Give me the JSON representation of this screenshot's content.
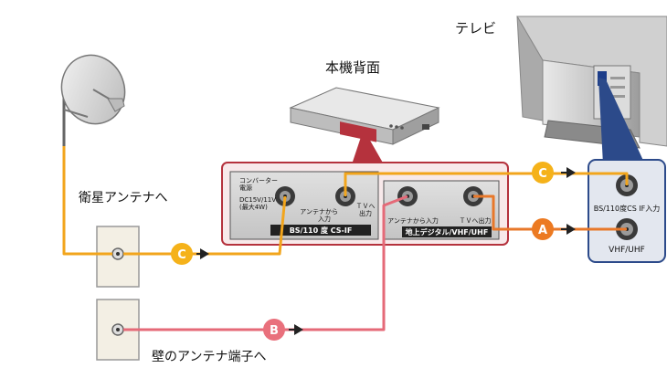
{
  "labels": {
    "tv": "テレビ",
    "recorder_rear": "本機背面",
    "satellite_antenna": "衛星アンテナへ",
    "wall_terminal": "壁のアンテナ端子へ"
  },
  "recorder_panel": {
    "converter_power": [
      "コンバーター",
      "電源",
      "DC15V/11V",
      "(最大4W)"
    ],
    "bs_antenna_in": [
      "アンテナから",
      "入力"
    ],
    "bs_tv_out": [
      "ＴＶへ",
      "出力"
    ],
    "bs_section_label": "BS/110 度 CS-IF",
    "terrestrial_antenna_in": "アンテナから入力",
    "terrestrial_tv_out": "ＴＶへ出力",
    "terrestrial_section_label": "地上デジタル/VHF/UHF"
  },
  "tv_panel": {
    "bs_in": "BS/110度CS IF入力",
    "vhf_uhf": "VHF/UHF"
  },
  "cable_markers": {
    "a": "A",
    "b": "B",
    "c": "C"
  },
  "colors": {
    "bs_cable": "#f2a51c",
    "vhf_cable": "#e8782a",
    "wall_cable": "#e56a78",
    "marker_c": "#f5b21a",
    "marker_a": "#ec7a22",
    "marker_b": "#e9707c",
    "recorder_border": "#b5323d",
    "tv_panel_border": "#2c4a8a"
  }
}
